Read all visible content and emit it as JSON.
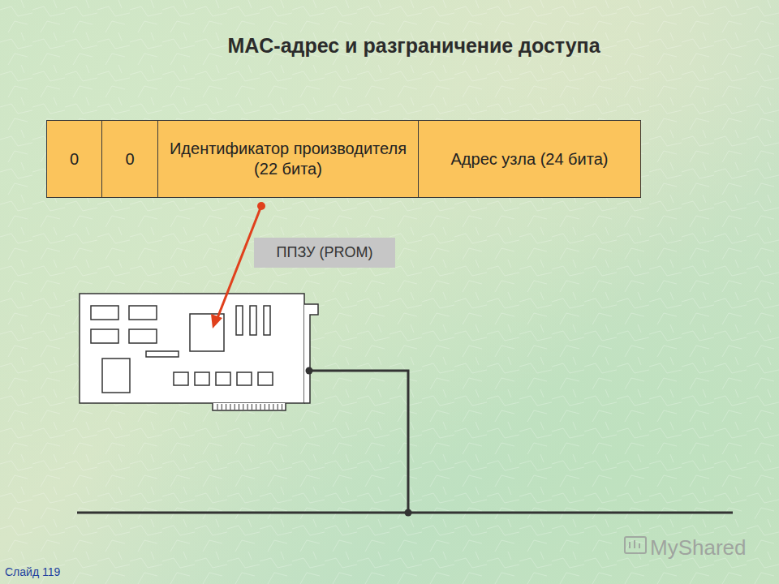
{
  "diagram": {
    "title": "MAC-адрес и разграничение доступа",
    "nodes": [
      {
        "text": [
          "0"
        ]
      },
      {
        "text": [
          "0"
        ]
      },
      {
        "text": [
          "Идентификатор производителя (22 бита)"
        ]
      },
      {
        "text": [
          "Адрес узла (24 бита)"
        ]
      },
      {
        "text": [
          "ППЗУ (PROM)"
        ]
      }
    ],
    "labels": [
      "Слайд 119",
      "MyShared"
    ]
  }
}
